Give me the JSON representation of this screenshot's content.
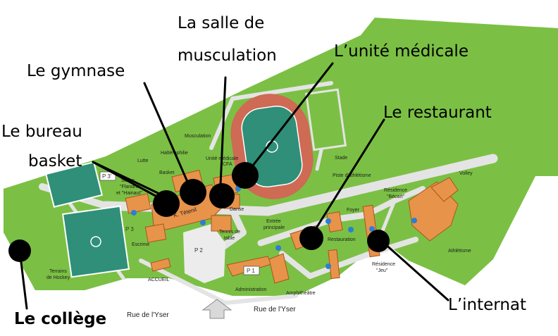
{
  "callouts": {
    "musculation_line1": "La salle de",
    "musculation_line2": "musculation",
    "gymnase": "Le gymnase",
    "unite_medicale": "L’unité médicale",
    "bureau_line1": "Le bureau",
    "bureau_line2": "basket",
    "restaurant": "Le restaurant",
    "internat": "L’internat",
    "college": "Le collège"
  },
  "map_labels": {
    "musculation": "Musculation",
    "halterophilie": "Haltérophilie",
    "unite_medicale": "Unité médicale",
    "cfa": "CFA",
    "lutte": "Lutte",
    "basket": "Basket",
    "salles_1": "Salles",
    "salles_2": "\"Flandre\"",
    "salles_3": "et \"Hainaut\"",
    "k_tetenil": "K. Tétenil",
    "danse": "Danse",
    "tennis_1": "Tennis de",
    "tennis_2": "table",
    "escrime": "Escrime",
    "entree_1": "Entrée",
    "entree_2": "principale",
    "stade": "Stade",
    "piste": "Piste d'athlétisme",
    "foyer": "Foyer",
    "restauration": "Restauration",
    "residence_becart_1": "Résidence",
    "residence_becart_2": "\"Bécart\"",
    "volley": "Volley",
    "athletisme": "Athlétisme",
    "residence_jeu_1": "Résidence",
    "residence_jeu_2": "\"Jeu\"",
    "administration": "Administration",
    "amphitheatre": "Amphithéâtre",
    "accueil": "ACCUEIL",
    "terrains_1": "Terrains",
    "terrains_2": "de Hockey",
    "p1": "P 1",
    "p2": "P 2",
    "p3": "P 3",
    "p3prime": "P 3'",
    "rue_left": "Rue de l'Yser",
    "rue_right": "Rue de l'Yser"
  },
  "colors": {
    "grass": "#7bc044",
    "path": "#e4e4e4",
    "building": "#e8934a",
    "court": "#2f8f78",
    "track": "#cf6a54",
    "marker": "#000000",
    "info_dot": "#2a7fd2"
  }
}
